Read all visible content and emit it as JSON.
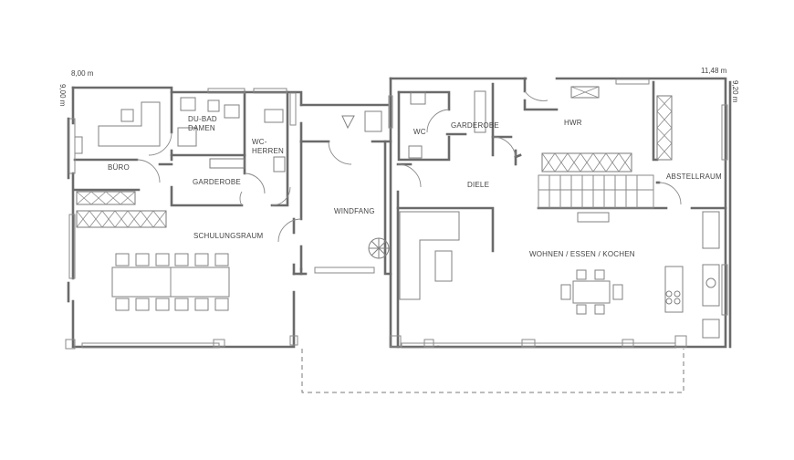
{
  "dimensions": {
    "left_width": "8,00 m",
    "left_height": "9,00 m",
    "right_width": "11,48 m",
    "right_height": "9,20 m"
  },
  "rooms": {
    "buero": "BÜRO",
    "du_bad_line1": "DU-BAD",
    "du_bad_line2": "DAMEN",
    "wc_herren_line1": "WC-",
    "wc_herren_line2": "HERREN",
    "garderobe_left": "GARDEROBE",
    "schulungsraum": "SCHULUNGSRAUM",
    "windfang": "WINDFANG",
    "wc": "WC",
    "garderobe_right": "GARDEROBE",
    "hwr": "HWR",
    "diele": "DIELE",
    "abstellraum": "ABSTELLRAUM",
    "wohnen": "WOHNEN / ESSEN / KOCHEN"
  }
}
